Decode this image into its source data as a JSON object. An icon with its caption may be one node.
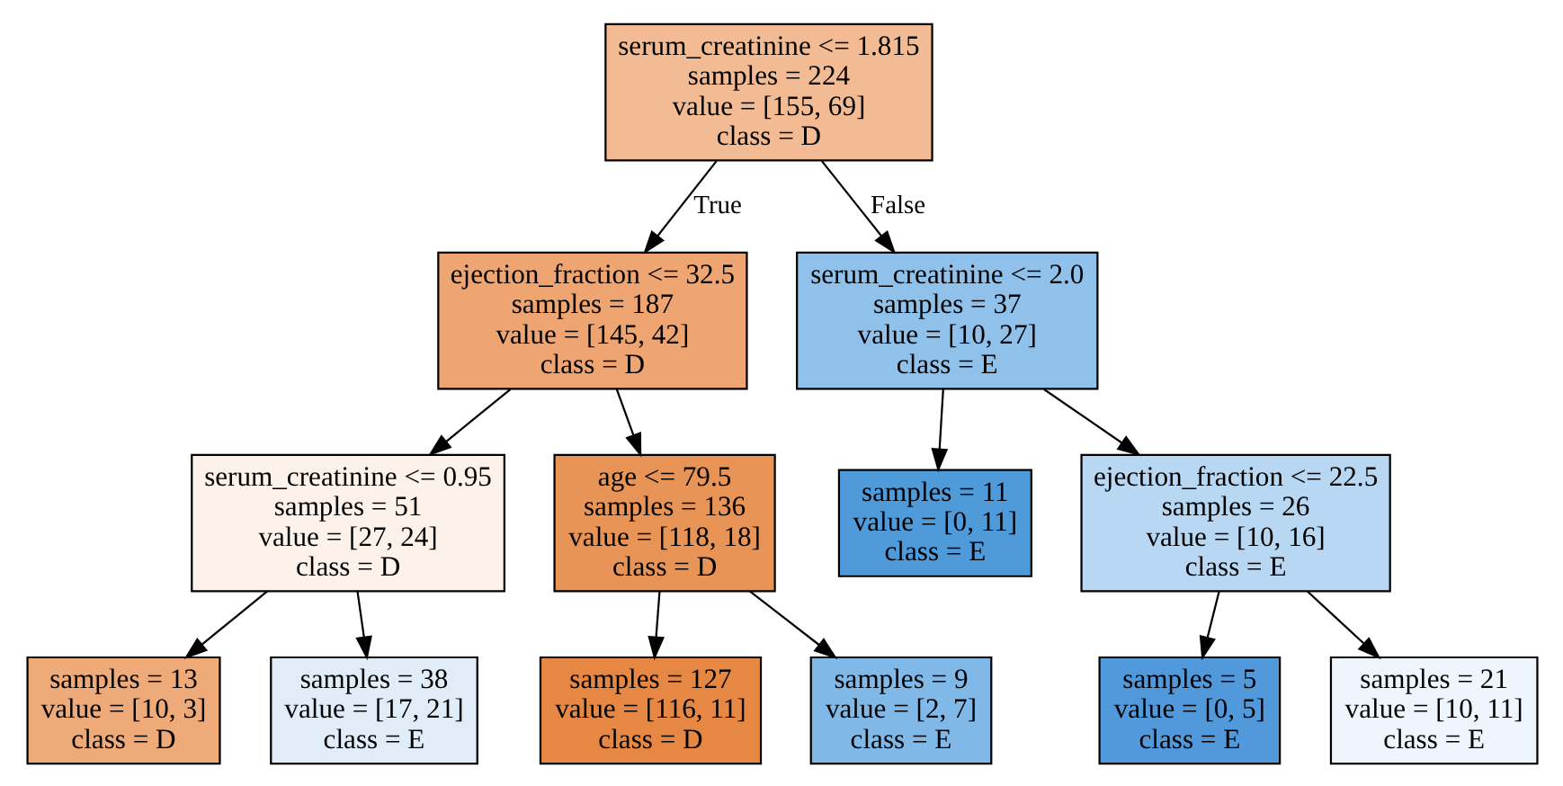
{
  "diagram": {
    "nodes": [
      {
        "text": [
          "serum_creatinine <= 1.815",
          "samples = 224",
          "value = [155, 69]",
          "class = D"
        ]
      },
      {
        "text": [
          "ejection_fraction <= 32.5",
          "samples = 187",
          "value = [145, 42]",
          "class = D"
        ]
      },
      {
        "text": [
          "serum_creatinine <= 2.0",
          "samples = 37",
          "value = [10, 27]",
          "class = E"
        ]
      },
      {
        "text": [
          "serum_creatinine <= 0.95",
          "samples = 51",
          "value = [27, 24]",
          "class = D"
        ]
      },
      {
        "text": [
          "age <= 79.5",
          "samples = 136",
          "value = [118, 18]",
          "class = D"
        ]
      },
      {
        "text": [
          "samples = 11",
          "value = [0, 11]",
          "class = E"
        ]
      },
      {
        "text": [
          "ejection_fraction <= 22.5",
          "samples = 26",
          "value = [10, 16]",
          "class = E"
        ]
      },
      {
        "text": [
          "samples = 13",
          "value = [10, 3]",
          "class = D"
        ]
      },
      {
        "text": [
          "samples = 38",
          "value = [17, 21]",
          "class = E"
        ]
      },
      {
        "text": [
          "samples = 127",
          "value = [116, 11]",
          "class = D"
        ]
      },
      {
        "text": [
          "samples = 9",
          "value = [2, 7]",
          "class = E"
        ]
      },
      {
        "text": [
          "samples = 5",
          "value = [0, 5]",
          "class = E"
        ]
      },
      {
        "text": [
          "samples = 21",
          "value = [10, 11]",
          "class = E"
        ]
      }
    ],
    "edges": [
      {
        "from": 0,
        "to": 1,
        "arrow": "to",
        "label": "True"
      },
      {
        "from": 0,
        "to": 2,
        "arrow": "to",
        "label": "False"
      },
      {
        "from": 1,
        "to": 3,
        "arrow": "to"
      },
      {
        "from": 1,
        "to": 4,
        "arrow": "to"
      },
      {
        "from": 2,
        "to": 5,
        "arrow": "to"
      },
      {
        "from": 2,
        "to": 6,
        "arrow": "to"
      },
      {
        "from": 3,
        "to": 7,
        "arrow": "to"
      },
      {
        "from": 3,
        "to": 8,
        "arrow": "to"
      },
      {
        "from": 4,
        "to": 9,
        "arrow": "to"
      },
      {
        "from": 4,
        "to": 10,
        "arrow": "to"
      },
      {
        "from": 6,
        "to": 11,
        "arrow": "to"
      },
      {
        "from": 6,
        "to": 12,
        "arrow": "to"
      }
    ]
  }
}
